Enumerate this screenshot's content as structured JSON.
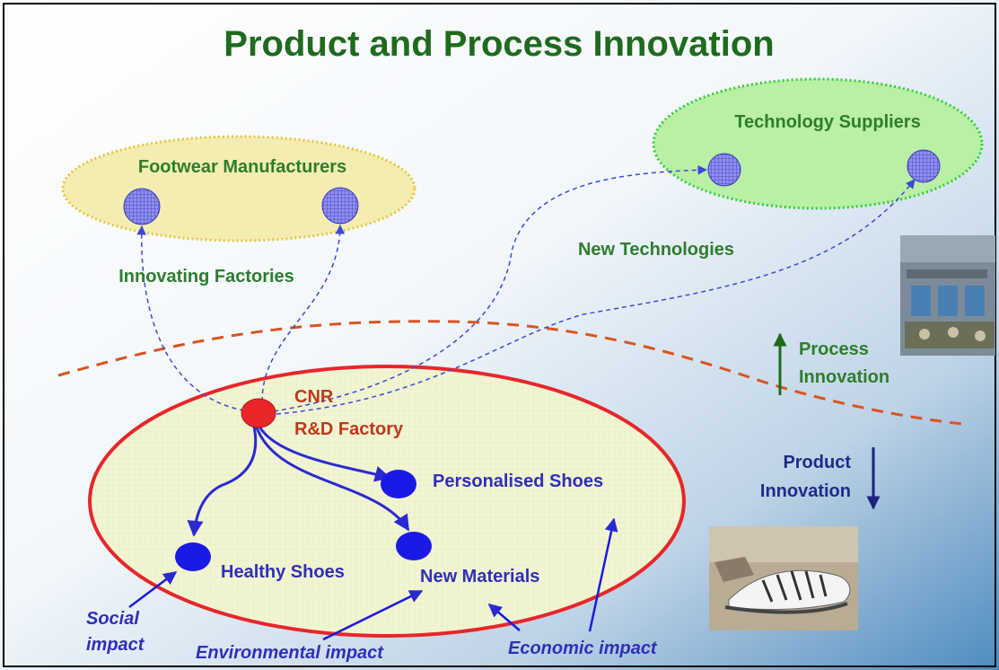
{
  "title": "Product and Process Innovation",
  "groups": {
    "footwear": "Footwear Manufacturers",
    "technology": "Technology Suppliers"
  },
  "flows": {
    "innovating_factories": "Innovating Factories",
    "new_technologies": "New Technologies"
  },
  "center": {
    "line1": "CNR",
    "line2": "R&D Factory"
  },
  "outcomes": {
    "personalised": "Personalised Shoes",
    "healthy": "Healthy Shoes",
    "materials": "New Materials"
  },
  "side": {
    "process_line1": "Process",
    "process_line2": "Innovation",
    "product_line1": "Product",
    "product_line2": "Innovation"
  },
  "impacts": {
    "social_line1": "Social",
    "social_line2": "impact",
    "environmental": "Environmental impact",
    "economic": "Economic impact"
  },
  "colors": {
    "title_green": "#1e6b1e",
    "label_green": "#2e7d2e",
    "blue_text": "#2f2fb8",
    "node_blue": "#1a1ae6",
    "red_border": "#e8262a",
    "orange_text": "#c0391b",
    "boundary_dash": "#d9541f",
    "footwear_fill": "#f3edb2",
    "footwear_border": "#e9c33a",
    "tech_fill": "#b8f0a6",
    "tech_border": "#33cc33"
  }
}
